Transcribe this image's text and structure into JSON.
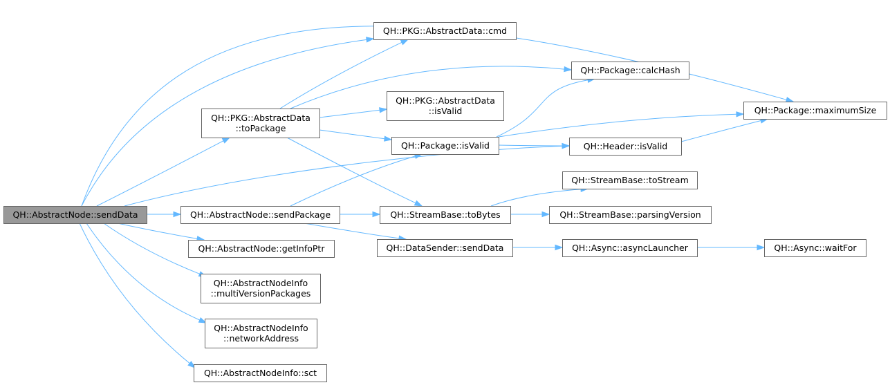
{
  "graph": {
    "root": "sendData",
    "nodes": [
      {
        "id": "sendData",
        "lines": [
          "QH::AbstractNode::sendData"
        ]
      },
      {
        "id": "toPackage",
        "lines": [
          "QH::PKG::AbstractData",
          "::toPackage"
        ]
      },
      {
        "id": "sendPackage",
        "lines": [
          "QH::AbstractNode::sendPackage"
        ]
      },
      {
        "id": "getInfoPtr",
        "lines": [
          "QH::AbstractNode::getInfoPtr"
        ]
      },
      {
        "id": "multiVersion",
        "lines": [
          "QH::AbstractNodeInfo",
          "::multiVersionPackages"
        ]
      },
      {
        "id": "networkAddress",
        "lines": [
          "QH::AbstractNodeInfo",
          "::networkAddress"
        ]
      },
      {
        "id": "sct",
        "lines": [
          "QH::AbstractNodeInfo::sct"
        ]
      },
      {
        "id": "cmd",
        "lines": [
          "QH::PKG::AbstractData::cmd"
        ]
      },
      {
        "id": "adIsValid",
        "lines": [
          "QH::PKG::AbstractData",
          "::isValid"
        ]
      },
      {
        "id": "pkgIsValid",
        "lines": [
          "QH::Package::isValid"
        ]
      },
      {
        "id": "toBytes",
        "lines": [
          "QH::StreamBase::toBytes"
        ]
      },
      {
        "id": "dsSendData",
        "lines": [
          "QH::DataSender::sendData"
        ]
      },
      {
        "id": "calcHash",
        "lines": [
          "QH::Package::calcHash"
        ]
      },
      {
        "id": "hdrIsValid",
        "lines": [
          "QH::Header::isValid"
        ]
      },
      {
        "id": "toStream",
        "lines": [
          "QH::StreamBase::toStream"
        ]
      },
      {
        "id": "parsingVersion",
        "lines": [
          "QH::StreamBase::parsingVersion"
        ]
      },
      {
        "id": "asyncLauncher",
        "lines": [
          "QH::Async::asyncLauncher"
        ]
      },
      {
        "id": "maximumSize",
        "lines": [
          "QH::Package::maximumSize"
        ]
      },
      {
        "id": "waitFor",
        "lines": [
          "QH::Async::waitFor"
        ]
      }
    ],
    "edges": [
      [
        "sendData",
        "toPackage"
      ],
      [
        "sendData",
        "sendPackage"
      ],
      [
        "sendData",
        "getInfoPtr"
      ],
      [
        "sendData",
        "multiVersion"
      ],
      [
        "sendData",
        "networkAddress"
      ],
      [
        "sendData",
        "sct"
      ],
      [
        "sendData",
        "cmd"
      ],
      [
        "sendData",
        "maximumSize"
      ],
      [
        "sendData",
        "hdrIsValid"
      ],
      [
        "toPackage",
        "cmd"
      ],
      [
        "toPackage",
        "calcHash"
      ],
      [
        "toPackage",
        "adIsValid"
      ],
      [
        "toPackage",
        "pkgIsValid"
      ],
      [
        "toPackage",
        "toBytes"
      ],
      [
        "sendPackage",
        "pkgIsValid"
      ],
      [
        "sendPackage",
        "toBytes"
      ],
      [
        "sendPackage",
        "dsSendData"
      ],
      [
        "pkgIsValid",
        "calcHash"
      ],
      [
        "pkgIsValid",
        "hdrIsValid"
      ],
      [
        "pkgIsValid",
        "maximumSize"
      ],
      [
        "hdrIsValid",
        "maximumSize"
      ],
      [
        "toBytes",
        "toStream"
      ],
      [
        "toBytes",
        "parsingVersion"
      ],
      [
        "dsSendData",
        "asyncLauncher"
      ],
      [
        "asyncLauncher",
        "waitFor"
      ]
    ]
  }
}
